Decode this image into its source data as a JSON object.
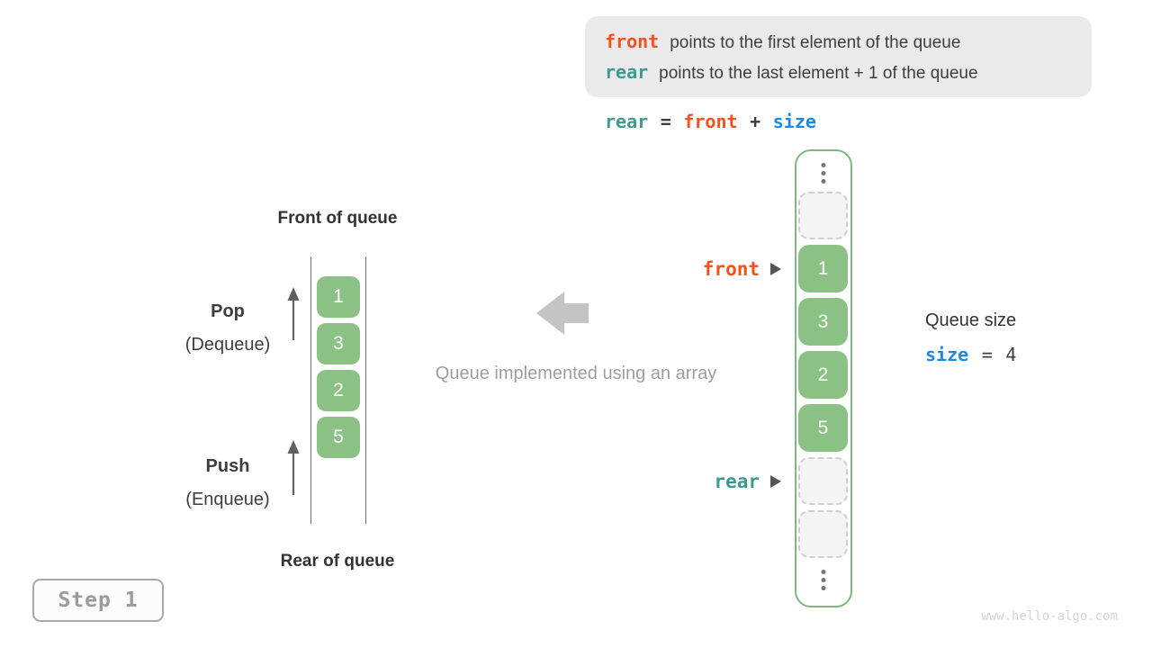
{
  "colors": {
    "accent_orange": "#f4511e",
    "accent_teal": "#3d9a8e",
    "accent_blue": "#1e88e5",
    "cell_green": "#8cc185",
    "container_border_green": "#7cb97e",
    "muted_gray": "#9e9e9e"
  },
  "explanation": {
    "line1_code": "front",
    "line1_text": "points to the first element of the queue",
    "line2_code": "rear",
    "line2_text": "points to the last element + 1 of the queue"
  },
  "formula": {
    "lhs": "rear",
    "eq": "=",
    "mid": "front",
    "plus": "+",
    "rhs": "size"
  },
  "left_queue": {
    "front_label": "Front of queue",
    "rear_label": "Rear of queue",
    "pop_label": "Pop",
    "pop_sub": "(Dequeue)",
    "push_label": "Push",
    "push_sub": "(Enqueue)",
    "values": [
      "1",
      "3",
      "2",
      "5"
    ]
  },
  "center": {
    "caption": "Queue implemented using an array"
  },
  "array_view": {
    "front_pointer": "front",
    "rear_pointer": "rear",
    "values": [
      "1",
      "3",
      "2",
      "5"
    ]
  },
  "queue_size": {
    "title": "Queue size",
    "var": "size",
    "eq": "=",
    "value": "4"
  },
  "step": {
    "label": "Step 1"
  },
  "watermark": "www.hello-algo.com"
}
